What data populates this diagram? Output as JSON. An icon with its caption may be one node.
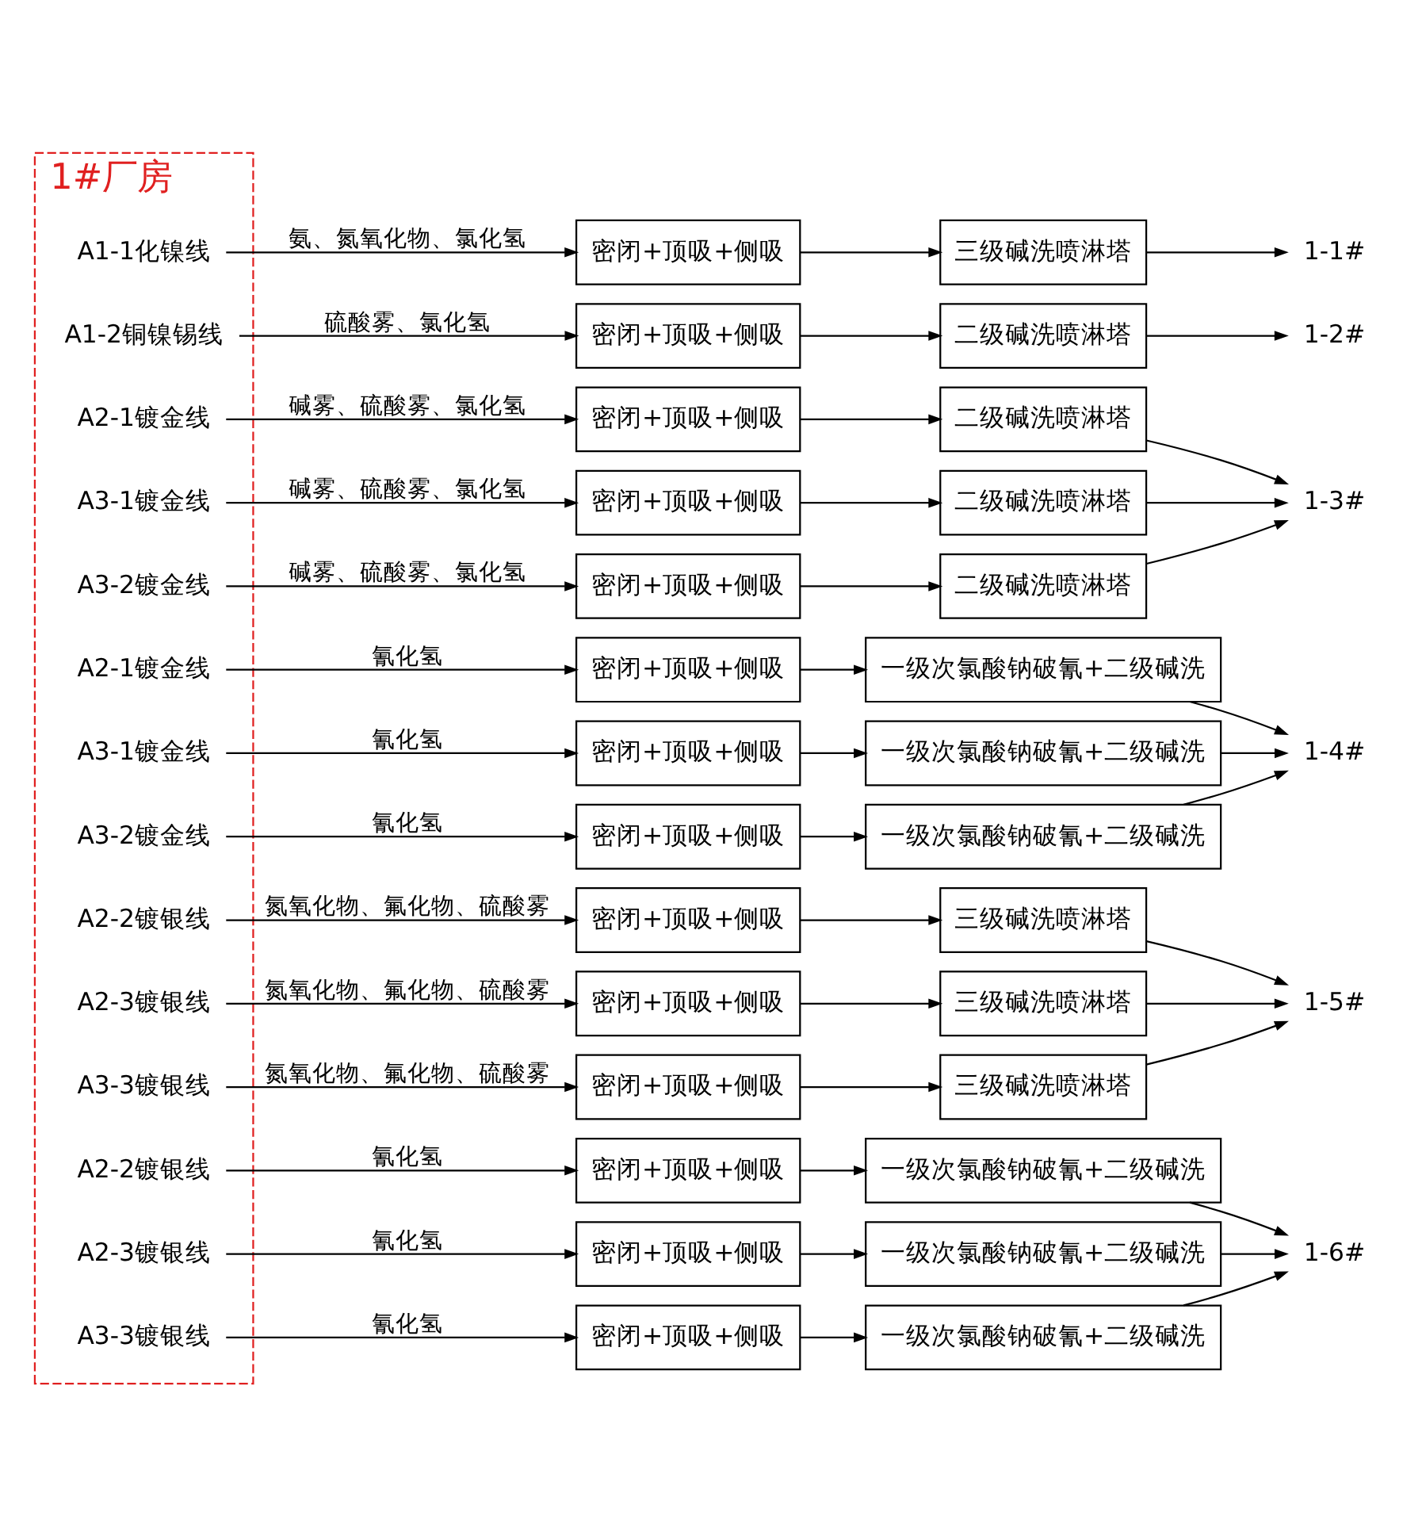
{
  "diagram": {
    "nodes": [
      {
        "text": [
          "1#厂房"
        ]
      },
      {
        "text": [
          "A1-1化镍线"
        ],
        "in": 0
      },
      {
        "text": [
          "密闭+顶吸+侧吸"
        ]
      },
      {
        "text": [
          "三级碱洗喷淋塔"
        ]
      },
      {
        "text": [
          "1-1#"
        ]
      },
      {
        "text": [
          "A1-2铜镍锡线"
        ],
        "in": 0
      },
      {
        "text": [
          "密闭+顶吸+侧吸"
        ]
      },
      {
        "text": [
          "二级碱洗喷淋塔"
        ]
      },
      {
        "text": [
          "1-2#"
        ]
      },
      {
        "text": [
          "A2-1镀金线"
        ],
        "in": 0
      },
      {
        "text": [
          "密闭+顶吸+侧吸"
        ]
      },
      {
        "text": [
          "二级碱洗喷淋塔"
        ]
      },
      {
        "text": [
          "A3-1镀金线"
        ],
        "in": 0
      },
      {
        "text": [
          "密闭+顶吸+侧吸"
        ]
      },
      {
        "text": [
          "二级碱洗喷淋塔"
        ]
      },
      {
        "text": [
          "1-3#"
        ]
      },
      {
        "text": [
          "A3-2镀金线"
        ],
        "in": 0
      },
      {
        "text": [
          "密闭+顶吸+侧吸"
        ]
      },
      {
        "text": [
          "二级碱洗喷淋塔"
        ]
      },
      {
        "text": [
          "A2-1镀金线"
        ],
        "in": 0
      },
      {
        "text": [
          "密闭+顶吸+侧吸"
        ]
      },
      {
        "text": [
          "一级次氯酸钠破氰+二级碱洗"
        ]
      },
      {
        "text": [
          "A3-1镀金线"
        ],
        "in": 0
      },
      {
        "text": [
          "密闭+顶吸+侧吸"
        ]
      },
      {
        "text": [
          "一级次氯酸钠破氰+二级碱洗"
        ]
      },
      {
        "text": [
          "1-4#"
        ]
      },
      {
        "text": [
          "A3-2镀金线"
        ],
        "in": 0
      },
      {
        "text": [
          "密闭+顶吸+侧吸"
        ]
      },
      {
        "text": [
          "一级次氯酸钠破氰+二级碱洗"
        ]
      },
      {
        "text": [
          "A2-2镀银线"
        ],
        "in": 0
      },
      {
        "text": [
          "密闭+顶吸+侧吸"
        ]
      },
      {
        "text": [
          "三级碱洗喷淋塔"
        ]
      },
      {
        "text": [
          "A2-3镀银线"
        ],
        "in": 0
      },
      {
        "text": [
          "密闭+顶吸+侧吸"
        ]
      },
      {
        "text": [
          "三级碱洗喷淋塔"
        ]
      },
      {
        "text": [
          "1-5#"
        ]
      },
      {
        "text": [
          "A3-3镀银线"
        ],
        "in": 0
      },
      {
        "text": [
          "密闭+顶吸+侧吸"
        ]
      },
      {
        "text": [
          "三级碱洗喷淋塔"
        ]
      },
      {
        "text": [
          "A2-2镀银线"
        ],
        "in": 0
      },
      {
        "text": [
          "密闭+顶吸+侧吸"
        ]
      },
      {
        "text": [
          "一级次氯酸钠破氰+二级碱洗"
        ]
      },
      {
        "text": [
          "A2-3镀银线"
        ],
        "in": 0
      },
      {
        "text": [
          "密闭+顶吸+侧吸"
        ]
      },
      {
        "text": [
          "一级次氯酸钠破氰+二级碱洗"
        ]
      },
      {
        "text": [
          "1-6#"
        ]
      },
      {
        "text": [
          "A3-3镀银线"
        ],
        "in": 0
      },
      {
        "text": [
          "密闭+顶吸+侧吸"
        ]
      },
      {
        "text": [
          "一级次氯酸钠破氰+二级碱洗"
        ]
      }
    ],
    "edges": [
      {
        "from": 1,
        "to": 2,
        "arrow": "to",
        "label": "氨、氮氧化物、氯化氢"
      },
      {
        "from": 2,
        "to": 3,
        "arrow": "to"
      },
      {
        "from": 3,
        "to": 4,
        "arrow": "to"
      },
      {
        "from": 5,
        "to": 6,
        "arrow": "to",
        "label": "硫酸雾、氯化氢"
      },
      {
        "from": 6,
        "to": 7,
        "arrow": "to"
      },
      {
        "from": 7,
        "to": 8,
        "arrow": "to"
      },
      {
        "from": 9,
        "to": 10,
        "arrow": "to",
        "label": "碱雾、硫酸雾、氯化氢"
      },
      {
        "from": 10,
        "to": 11,
        "arrow": "to"
      },
      {
        "from": 11,
        "to": 15,
        "arrow": "to"
      },
      {
        "from": 12,
        "to": 13,
        "arrow": "to",
        "label": "碱雾、硫酸雾、氯化氢"
      },
      {
        "from": 13,
        "to": 14,
        "arrow": "to"
      },
      {
        "from": 14,
        "to": 15,
        "arrow": "to"
      },
      {
        "from": 16,
        "to": 17,
        "arrow": "to",
        "label": "碱雾、硫酸雾、氯化氢"
      },
      {
        "from": 17,
        "to": 18,
        "arrow": "to"
      },
      {
        "from": 18,
        "to": 15,
        "arrow": "to"
      },
      {
        "from": 19,
        "to": 20,
        "arrow": "to",
        "label": "氰化氢"
      },
      {
        "from": 20,
        "to": 21,
        "arrow": "to"
      },
      {
        "from": 21,
        "to": 25,
        "arrow": "to"
      },
      {
        "from": 22,
        "to": 23,
        "arrow": "to",
        "label": "氰化氢"
      },
      {
        "from": 23,
        "to": 24,
        "arrow": "to"
      },
      {
        "from": 24,
        "to": 25,
        "arrow": "to"
      },
      {
        "from": 26,
        "to": 27,
        "arrow": "to",
        "label": "氰化氢"
      },
      {
        "from": 27,
        "to": 28,
        "arrow": "to"
      },
      {
        "from": 28,
        "to": 25,
        "arrow": "to"
      },
      {
        "from": 29,
        "to": 30,
        "arrow": "to",
        "label": "氮氧化物、氟化物、硫酸雾"
      },
      {
        "from": 30,
        "to": 31,
        "arrow": "to"
      },
      {
        "from": 31,
        "to": 35,
        "arrow": "to"
      },
      {
        "from": 32,
        "to": 33,
        "arrow": "to",
        "label": "氮氧化物、氟化物、硫酸雾"
      },
      {
        "from": 33,
        "to": 34,
        "arrow": "to"
      },
      {
        "from": 34,
        "to": 35,
        "arrow": "to"
      },
      {
        "from": 36,
        "to": 37,
        "arrow": "to",
        "label": "氮氧化物、氟化物、硫酸雾"
      },
      {
        "from": 37,
        "to": 38,
        "arrow": "to"
      },
      {
        "from": 38,
        "to": 35,
        "arrow": "to"
      },
      {
        "from": 39,
        "to": 40,
        "arrow": "to",
        "label": "氰化氢"
      },
      {
        "from": 40,
        "to": 41,
        "arrow": "to"
      },
      {
        "from": 41,
        "to": 45,
        "arrow": "to"
      },
      {
        "from": 42,
        "to": 43,
        "arrow": "to",
        "label": "氰化氢"
      },
      {
        "from": 43,
        "to": 44,
        "arrow": "to"
      },
      {
        "from": 44,
        "to": 45,
        "arrow": "to"
      },
      {
        "from": 46,
        "to": 47,
        "arrow": "to",
        "label": "氰化氢"
      },
      {
        "from": 47,
        "to": 48,
        "arrow": "to"
      },
      {
        "from": 48,
        "to": 45,
        "arrow": "to"
      }
    ]
  }
}
